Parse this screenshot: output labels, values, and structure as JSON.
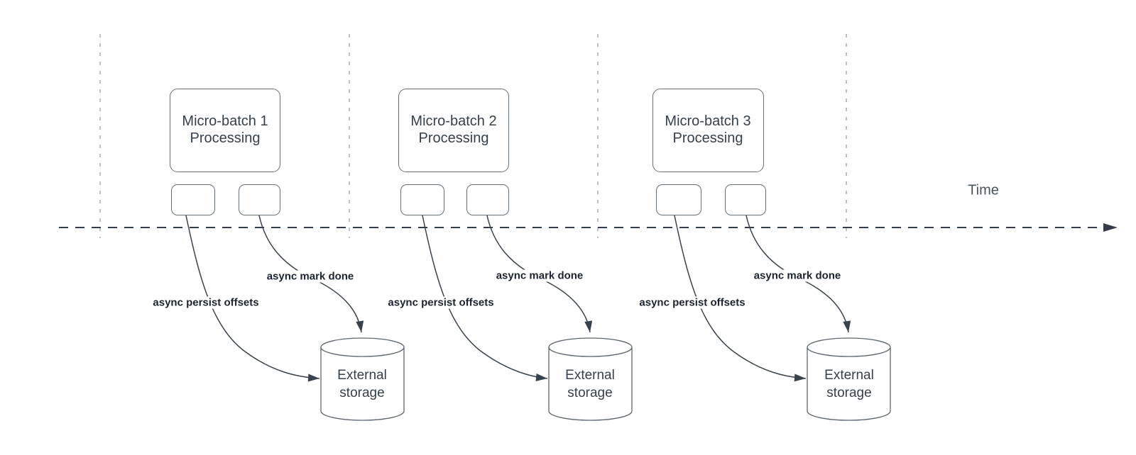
{
  "axis": {
    "time_label": "Time"
  },
  "groups": [
    {
      "processing_label": "Micro-batch 1\nProcessing",
      "persist_offsets_label": "async persist offsets",
      "mark_done_label": "async mark done",
      "storage_label": "External\nstorage"
    },
    {
      "processing_label": "Micro-batch 2\nProcessing",
      "persist_offsets_label": "async persist offsets",
      "mark_done_label": "async mark done",
      "storage_label": "External\nstorage"
    },
    {
      "processing_label": "Micro-batch 3\nProcessing",
      "persist_offsets_label": "async persist offsets",
      "mark_done_label": "async mark done",
      "storage_label": "External\nstorage"
    }
  ],
  "colors": {
    "edge_line": "#39434e",
    "axis_line": "#343e48",
    "separator_line": "#a9adb0",
    "node_border": "#666f78",
    "node_text": "#36404a",
    "edge_label_text": "#1b2430",
    "axis_text": "#4a545e"
  }
}
